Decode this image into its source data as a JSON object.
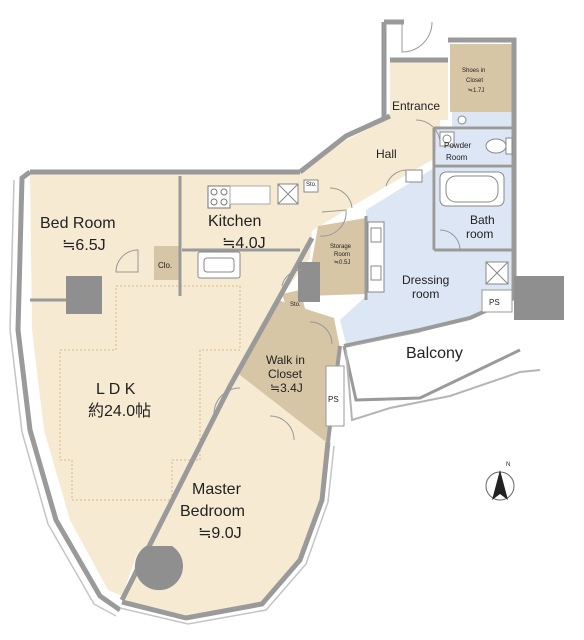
{
  "rooms": {
    "bed_room": {
      "name": "Bed Room",
      "size": "≒6.5J"
    },
    "closet_small": {
      "name": "Clo."
    },
    "kitchen": {
      "name": "Kitchen",
      "size": "≒4.0J"
    },
    "ldk": {
      "name": "L D K",
      "size": "約24.0帖"
    },
    "master_bedroom": {
      "line1": "Master",
      "line2": "Bedroom",
      "size": "≒9.0J"
    },
    "walk_in_closet": {
      "line1": "Walk in",
      "line2": "Closet",
      "size": "≒3.4J"
    },
    "storage_room": {
      "line1": "Storage",
      "line2": "Room",
      "size": "≒0.5J"
    },
    "storage_small_1": {
      "name": "Sto."
    },
    "storage_small_2": {
      "name": "Sto."
    },
    "hall": {
      "name": "Hall"
    },
    "entrance": {
      "name": "Entrance"
    },
    "shoes_closet": {
      "line1": "Shoes in",
      "line2": "Closet",
      "size": "≒1.7J"
    },
    "powder_room": {
      "line1": "Powder",
      "line2": "Room"
    },
    "bath_room": {
      "line1": "Bath",
      "line2": "room"
    },
    "dressing_room": {
      "line1": "Dressing",
      "line2": "room"
    },
    "ps_1": {
      "name": "PS"
    },
    "ps_2": {
      "name": "PS"
    },
    "balcony": {
      "name": "Balcony"
    }
  },
  "compass": {
    "label": "N"
  },
  "colors": {
    "living": "#f6ead2",
    "closet": "#d7c6a5",
    "wet": "#dde6f4",
    "wall": "#9a9a9a",
    "column": "#8f8f8f"
  }
}
